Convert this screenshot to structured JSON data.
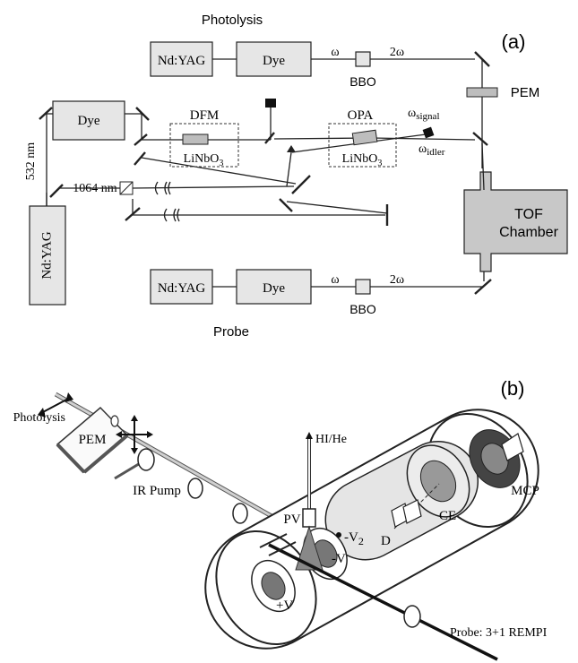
{
  "panel_a": {
    "label": "(a)",
    "photolysis_title": "Photolysis",
    "probe_title": "Probe",
    "photolysis_row": {
      "laser": "Nd:YAG",
      "dye": "Dye",
      "omega": "ω",
      "two_omega": "2ω",
      "crystal": "BBO"
    },
    "probe_row": {
      "laser": "Nd:YAG",
      "dye": "Dye",
      "omega": "ω",
      "two_omega": "2ω",
      "crystal": "BBO"
    },
    "pem": "PEM",
    "tof_line1": "TOF",
    "tof_line2": "Chamber",
    "ir_laser": "Nd:YAG",
    "ir_dye": "Dye",
    "wavelength_532": "532 nm",
    "wavelength_1064": "1064 nm",
    "dfm": "DFM",
    "dfm_crystal_main": "LiNbO",
    "dfm_crystal_sub": "3",
    "opa": "OPA",
    "opa_crystal_main": "LiNbO",
    "opa_crystal_sub": "3",
    "signal_omega": "ω",
    "signal_sub": "signal",
    "idler_omega": "ω",
    "idler_sub": "idler"
  },
  "panel_b": {
    "label": "(b)",
    "photolysis": "Photolysis",
    "pem": "PEM",
    "ir_pump": "IR Pump",
    "gas": "HI/He",
    "pv": "PV",
    "minus_v2_main": "-V",
    "minus_v2_sub": "2",
    "minus_v": "-V",
    "plus_v": "+V",
    "d": "D",
    "ce": "CE",
    "mcp": "MCP",
    "probe": "Probe: 3+1 REMPI"
  }
}
